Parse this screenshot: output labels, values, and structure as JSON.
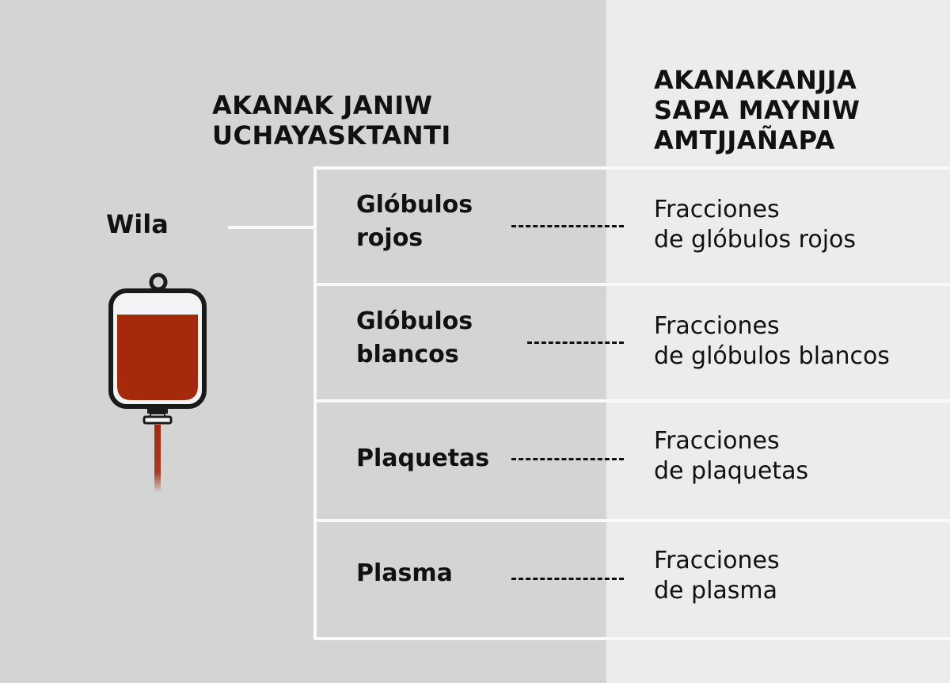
{
  "headings": {
    "components": [
      "AKANAK JANIW",
      "UCHAYASKTANTI"
    ],
    "fractions": [
      "AKANAKANJJA",
      "SAPA MAYNIW",
      "AMTJJAÑAPA"
    ]
  },
  "source": {
    "label": "Wila",
    "icon": "blood-bag-icon"
  },
  "rows": [
    {
      "component": [
        "Glóbulos",
        "rojos"
      ],
      "fraction": [
        "Fracciones",
        "de glóbulos rojos"
      ]
    },
    {
      "component": [
        "Glóbulos",
        "blancos"
      ],
      "fraction": [
        "Fracciones",
        "de glóbulos blancos"
      ]
    },
    {
      "component": [
        "Plaquetas"
      ],
      "fraction": [
        "Fracciones",
        "de plaquetas"
      ]
    },
    {
      "component": [
        "Plasma"
      ],
      "fraction": [
        "Fracciones",
        "de plasma"
      ]
    }
  ],
  "colors": {
    "background_left": "#d4d4d4",
    "background_right": "#ececec",
    "lines": "#fafafa",
    "blood": "#a52a0c"
  }
}
